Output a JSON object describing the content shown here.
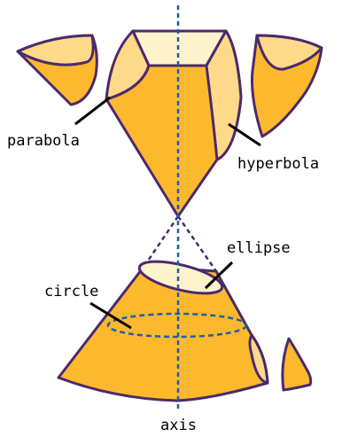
{
  "labels": {
    "parabola": "parabola",
    "hyperbola": "hyperbola",
    "ellipse": "ellipse",
    "circle": "circle",
    "axis": "axis"
  },
  "colors": {
    "cone_fill": "#FDB92E",
    "cut_face": "#FFD98A",
    "top_face": "#FFF3CC",
    "outline": "#4B2A6B",
    "axis_line": "#1B5FA8",
    "pointer": "#000000"
  }
}
